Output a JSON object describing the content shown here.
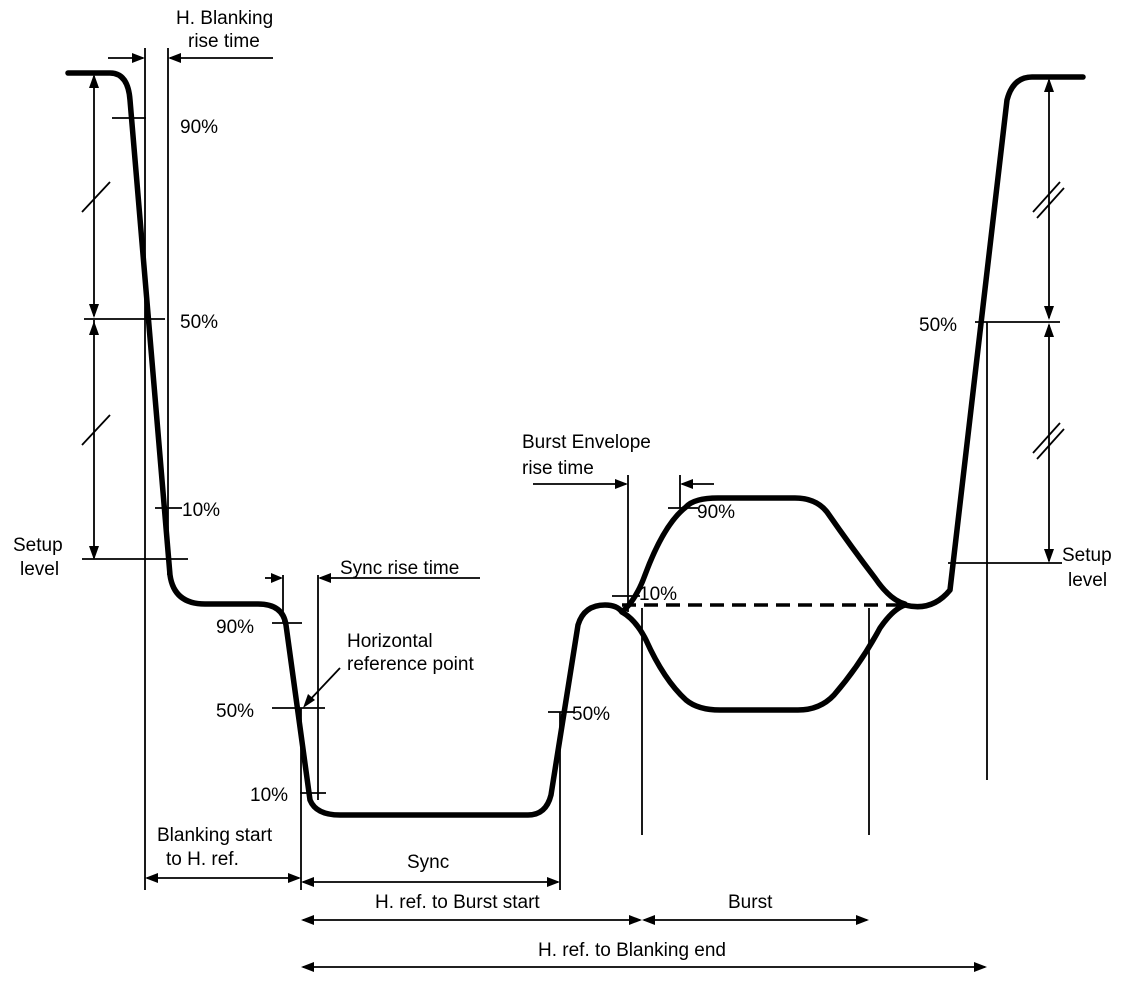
{
  "labels": {
    "h_blanking_line1": "H. Blanking",
    "h_blanking_line2": "rise time",
    "pct_90_top": "90%",
    "pct_50_left": "50%",
    "pct_10_left": "10%",
    "setup_left_line1": "Setup",
    "setup_left_line2": "level",
    "sync_rise_time": "Sync rise time",
    "pct_90_sync": "90%",
    "horiz_ref_line1": "Horizontal",
    "horiz_ref_line2": "reference point",
    "pct_50_sync": "50%",
    "pct_10_sync": "10%",
    "pct_50_sync_end": "50%",
    "burst_env_line1": "Burst Envelope",
    "burst_env_line2": "rise time",
    "pct_90_burst": "90%",
    "pct_10_burst": "10%",
    "pct_50_right": "50%",
    "setup_right_line1": "Setup",
    "setup_right_line2": "level",
    "blank_start_line1": "Blanking start",
    "blank_start_line2": "to H. ref.",
    "sync": "Sync",
    "href_burst_start": "H. ref. to Burst start",
    "burst": "Burst",
    "href_blanking_end": "H. ref. to Blanking end"
  }
}
